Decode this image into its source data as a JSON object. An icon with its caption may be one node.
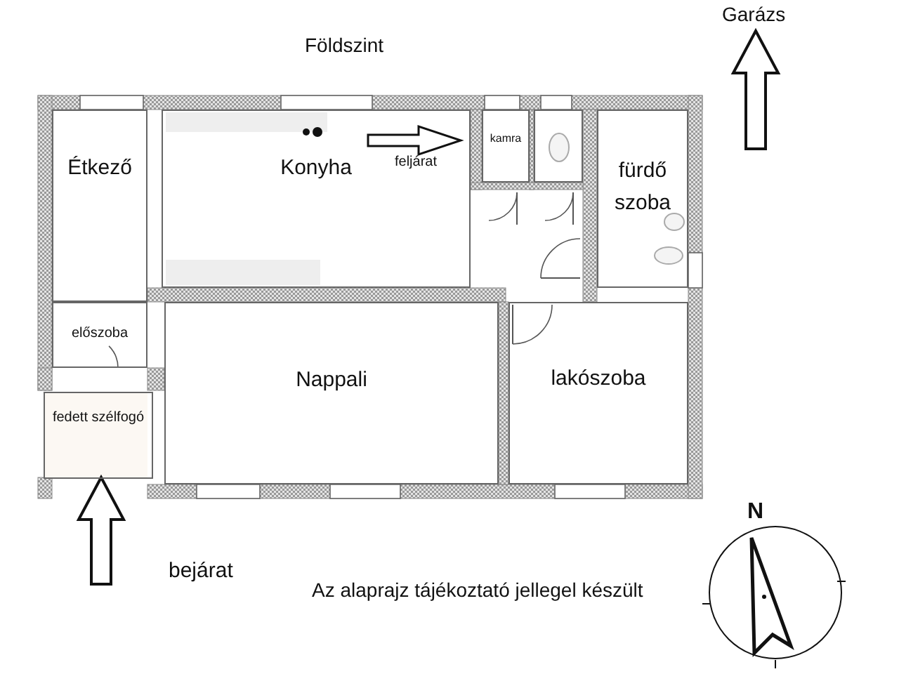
{
  "diagram": {
    "title": "Földszint",
    "nodes": [
      {
        "text": [
          "Étkező"
        ]
      },
      {
        "text": [
          "Konyha"
        ]
      },
      {
        "text": [
          "kamra"
        ]
      },
      {
        "text": [],
        "shape": "box"
      },
      {
        "text": [
          "fürdő szoba"
        ]
      },
      {
        "text": [
          "előszoba"
        ]
      },
      {
        "text": [
          "Nappali"
        ]
      },
      {
        "text": [
          "lakószoba"
        ]
      },
      {
        "text": [
          "fedett szélfogó"
        ]
      }
    ],
    "labels": [
      "Garázs",
      "feljárat",
      "bejárat",
      "Az alaprajz tájékoztató jellegel készült",
      "N"
    ]
  }
}
